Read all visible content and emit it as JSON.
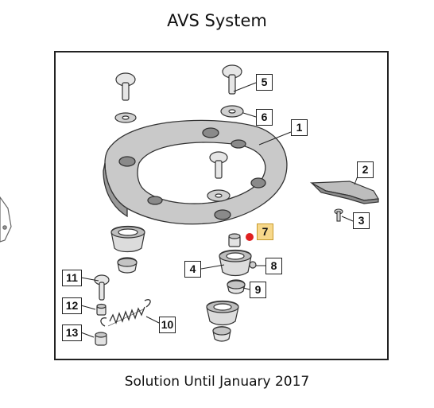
{
  "header": {
    "title": "AVS System"
  },
  "footer": {
    "caption": "Solution Until January 2017"
  },
  "callouts": {
    "c1": "1",
    "c2": "2",
    "c3": "3",
    "c4": "4",
    "c5": "5",
    "c6": "6",
    "c7": "7",
    "c8": "8",
    "c9": "9",
    "c10": "10",
    "c11": "11",
    "c12": "12",
    "c13": "13"
  },
  "colors": {
    "highlight": "#f7d88a",
    "marker": "#e02020",
    "line": "#222222"
  }
}
